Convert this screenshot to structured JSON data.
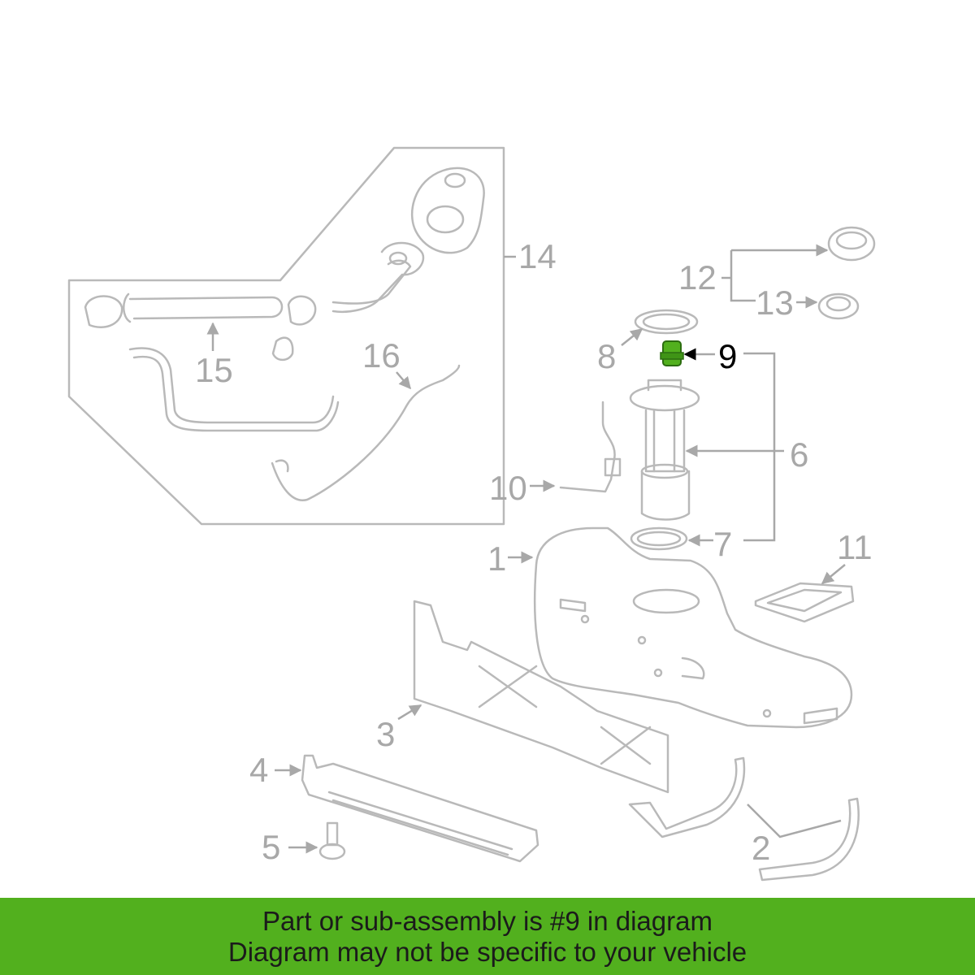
{
  "highlight_color": "#52b01e",
  "highlighted_part": "9",
  "callouts": {
    "c1": "1",
    "c2": "2",
    "c3": "3",
    "c4": "4",
    "c5": "5",
    "c6": "6",
    "c7": "7",
    "c8": "8",
    "c9": "9",
    "c10": "10",
    "c11": "11",
    "c12": "12",
    "c13": "13",
    "c14": "14",
    "c15": "15",
    "c16": "16"
  },
  "banner": {
    "line1": "Part or sub-assembly is #9 in diagram",
    "line2": "Diagram may not be specific to your vehicle"
  }
}
